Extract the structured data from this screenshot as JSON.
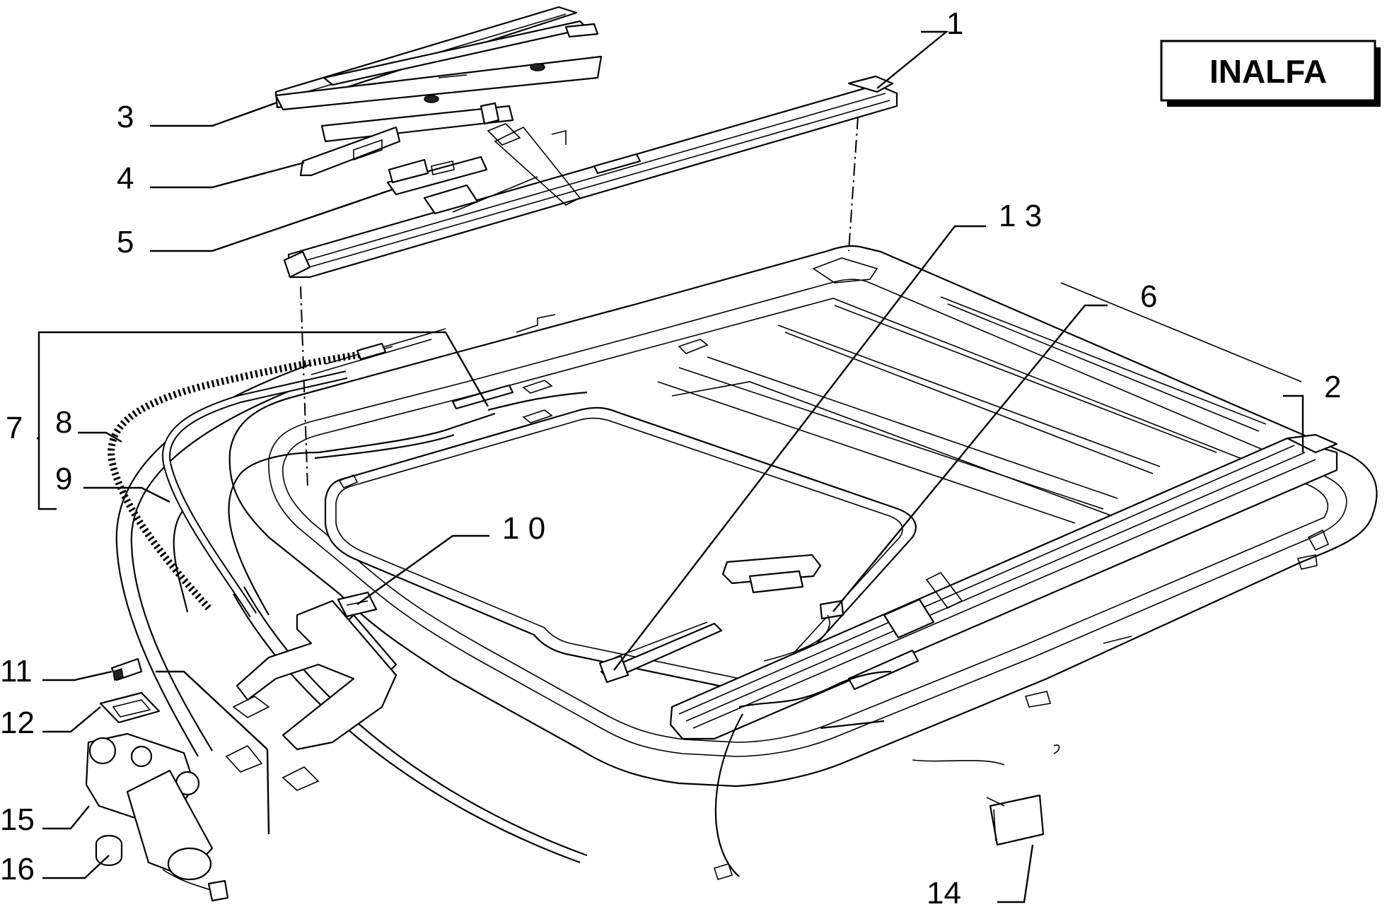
{
  "brand": {
    "text": "INALFA"
  },
  "callouts": [
    {
      "id": "1",
      "text": "1"
    },
    {
      "id": "2",
      "text": "2"
    },
    {
      "id": "3",
      "text": "3"
    },
    {
      "id": "4",
      "text": "4"
    },
    {
      "id": "5",
      "text": "5"
    },
    {
      "id": "6",
      "text": "6"
    },
    {
      "id": "7",
      "text": "7"
    },
    {
      "id": "8",
      "text": "8"
    },
    {
      "id": "9",
      "text": "9"
    },
    {
      "id": "10",
      "text": "1 0"
    },
    {
      "id": "11",
      "text": "11"
    },
    {
      "id": "12",
      "text": "12"
    },
    {
      "id": "13",
      "text": "1 3"
    },
    {
      "id": "14",
      "text": "14"
    },
    {
      "id": "15",
      "text": "15"
    },
    {
      "id": "16",
      "text": "16"
    }
  ]
}
